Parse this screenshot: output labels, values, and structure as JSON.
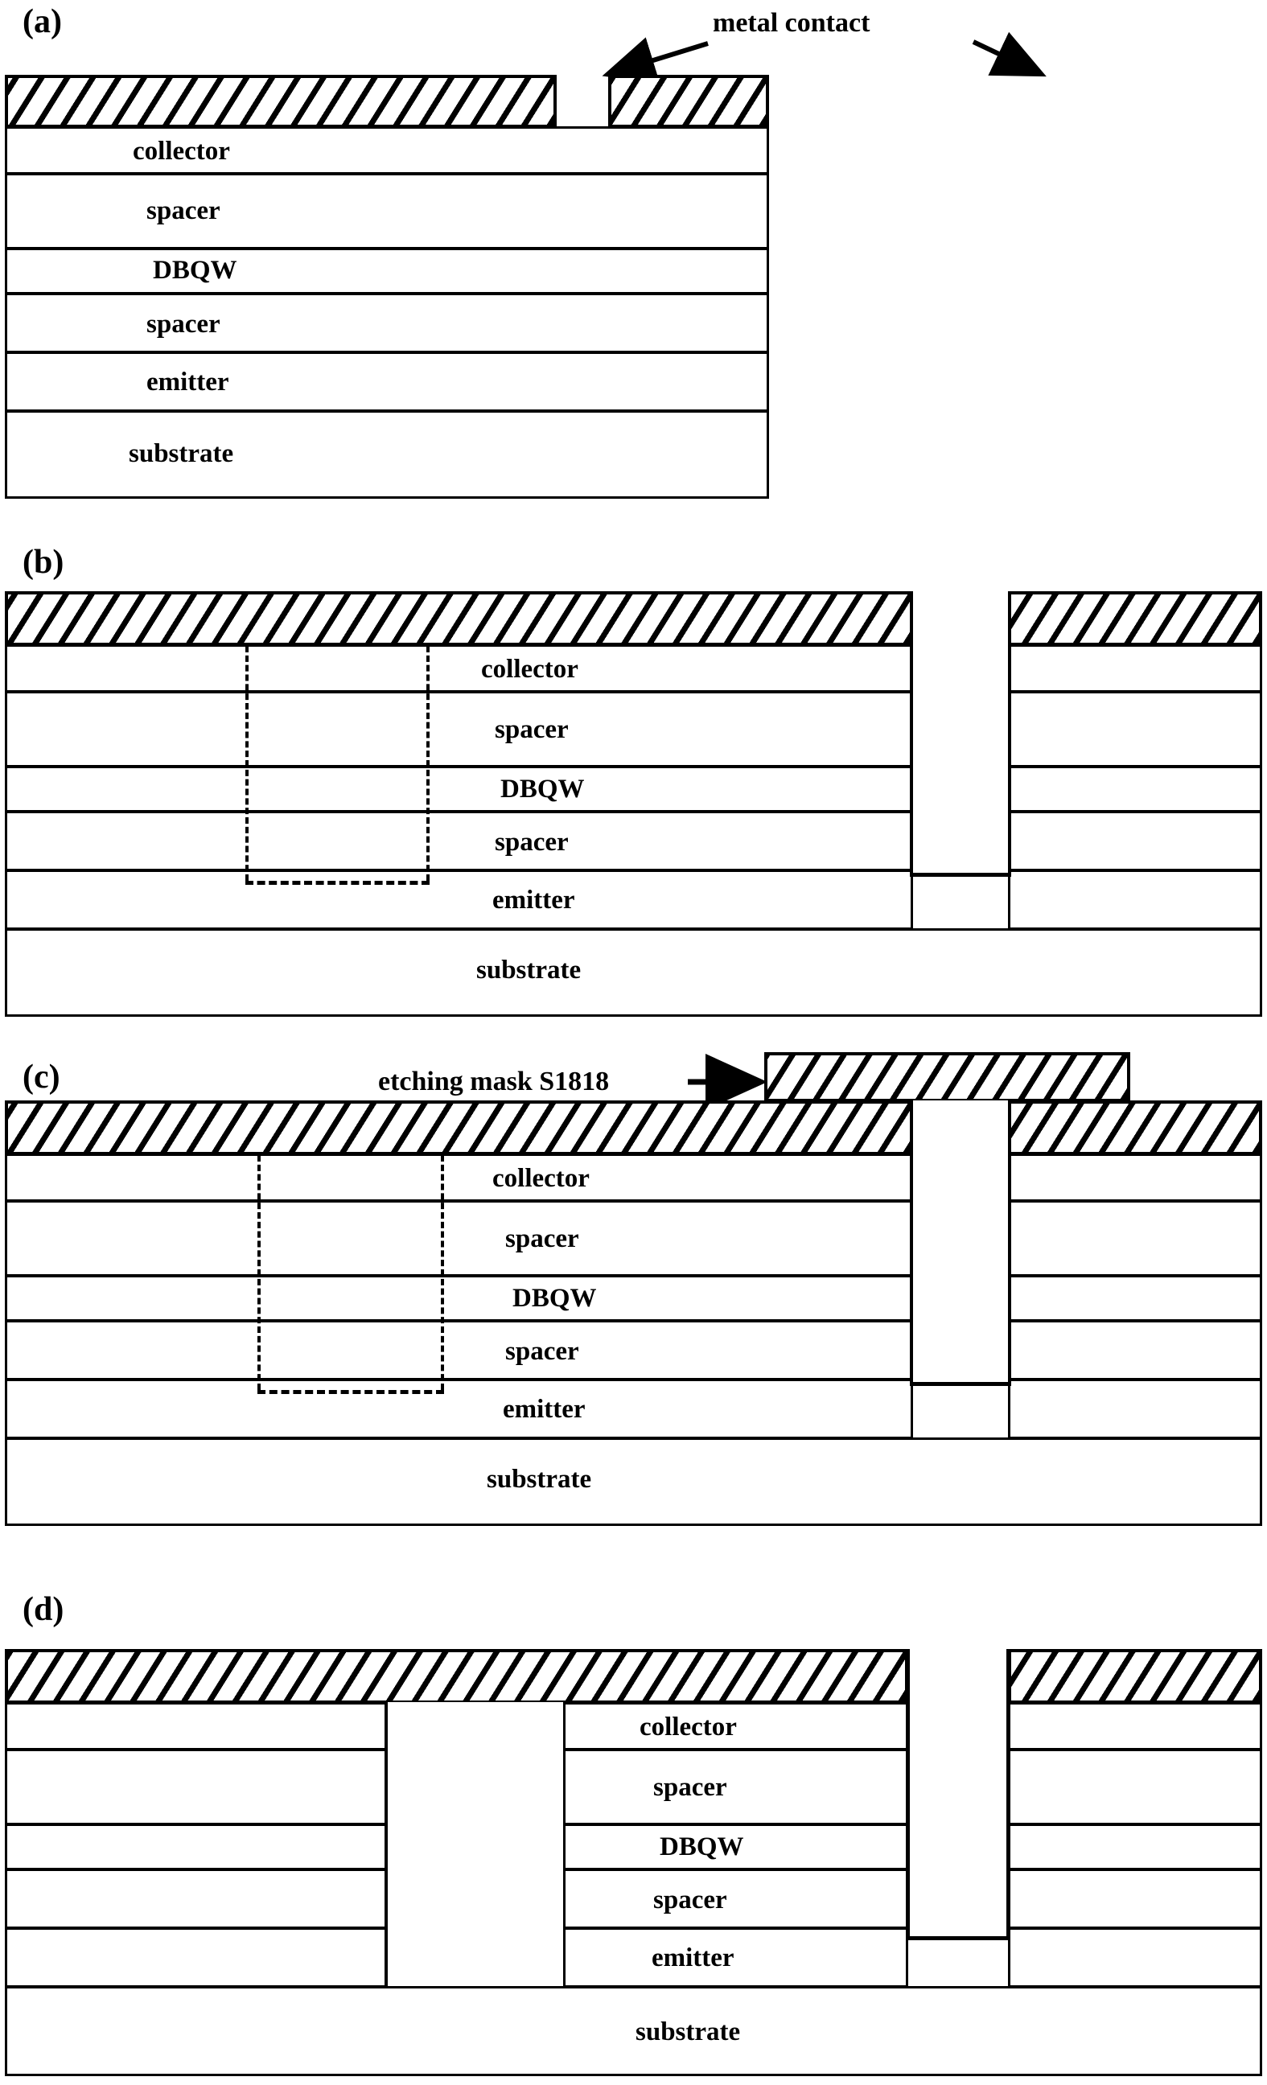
{
  "figure": {
    "type": "process-flow-cross-section",
    "description": "Fabrication process cross-sections of a resonant tunnelling diode mesa",
    "layer_names": [
      "collector",
      "spacer",
      "DBQW",
      "spacer",
      "emitter",
      "substrate"
    ],
    "metal_name": "metal contact",
    "mask_name": "etching mask S1818"
  },
  "panels": [
    {
      "label": "(a)",
      "annotation": "metal contact",
      "layers": [
        {
          "name": "collector"
        },
        {
          "name": "spacer"
        },
        {
          "name": "DBQW"
        },
        {
          "name": "spacer"
        },
        {
          "name": "emitter"
        },
        {
          "name": "substrate"
        }
      ]
    },
    {
      "label": "(b)",
      "layers": [
        {
          "name": "collector"
        },
        {
          "name": "spacer"
        },
        {
          "name": "DBQW"
        },
        {
          "name": "spacer"
        },
        {
          "name": "emitter"
        },
        {
          "name": "substrate"
        }
      ]
    },
    {
      "label": "(c)",
      "annotation": "etching mask S1818",
      "layers": [
        {
          "name": "collector"
        },
        {
          "name": "spacer"
        },
        {
          "name": "DBQW"
        },
        {
          "name": "spacer"
        },
        {
          "name": "emitter"
        },
        {
          "name": "substrate"
        }
      ]
    },
    {
      "label": "(d)",
      "layers": [
        {
          "name": "collector"
        },
        {
          "name": "spacer"
        },
        {
          "name": "DBQW"
        },
        {
          "name": "spacer"
        },
        {
          "name": "emitter"
        },
        {
          "name": "substrate"
        }
      ]
    }
  ],
  "colors": {
    "stroke": "#000000",
    "fill": "#ffffff"
  }
}
